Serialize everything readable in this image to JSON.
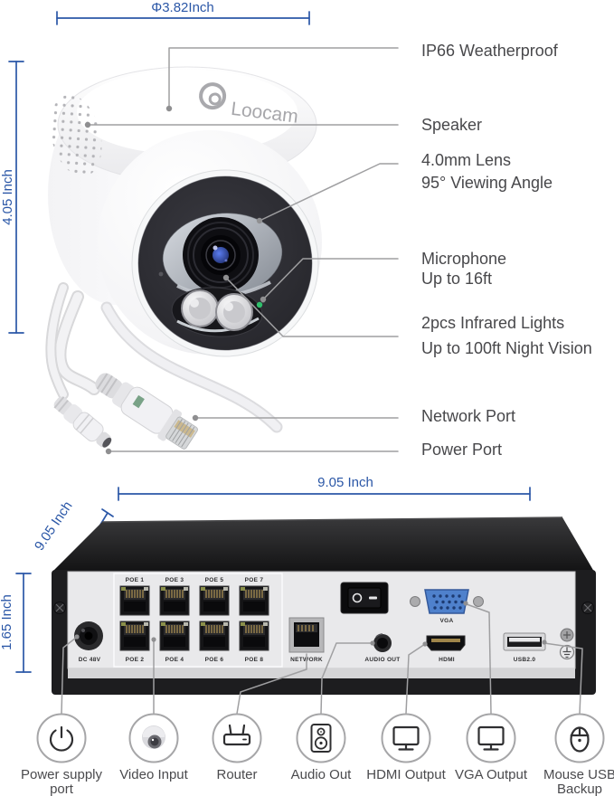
{
  "product": {
    "brand_logo": "Loocam"
  },
  "dimensions": {
    "diameter": "Φ3.82Inch",
    "height": "4.05 Inch",
    "width": "9.05 Inch",
    "depth": "9.05 Inch",
    "nvr_height": "1.65 Inch"
  },
  "annotations": {
    "ip66": {
      "line1": "IP66 Weatherproof"
    },
    "speaker": {
      "line1": "Speaker"
    },
    "lens": {
      "line1": "4.0mm Lens",
      "line2": "95° Viewing Angle"
    },
    "microphone": {
      "line1": "Microphone",
      "line2": "Up to 16ft"
    },
    "infrared": {
      "line1": "2pcs Infrared Lights",
      "line2": "Up to 100ft Night Vision"
    },
    "network": {
      "line1": "Network Port"
    },
    "power": {
      "line1": "Power Port"
    }
  },
  "nvr": {
    "dc_label": "DC 48V",
    "poe_labels_top": [
      "POE 1",
      "POE 3",
      "POE 5",
      "POE 7"
    ],
    "poe_labels_bottom": [
      "POE 2",
      "POE 4",
      "POE 6",
      "POE 8"
    ],
    "network_label": "NETWORK",
    "audio_label": "AUDIO OUT",
    "hdmi_label": "HDMI",
    "vga_label": "VGA",
    "usb_label": "USB2.0"
  },
  "legend": {
    "items": [
      {
        "icon": "power-icon",
        "line1": "Power supply",
        "line2": "port"
      },
      {
        "icon": "dome-camera-icon",
        "line1": "Video Input",
        "line2": ""
      },
      {
        "icon": "router-icon",
        "line1": "Router",
        "line2": ""
      },
      {
        "icon": "speaker-box-icon",
        "line1": "Audio Out",
        "line2": ""
      },
      {
        "icon": "monitor-icon",
        "line1": "HDMI Output",
        "line2": ""
      },
      {
        "icon": "monitor-icon",
        "line1": "VGA Output",
        "line2": ""
      },
      {
        "icon": "mouse-icon",
        "line1": "Mouse USB",
        "line2": "Backup"
      }
    ]
  },
  "colors": {
    "dimension_blue": "#2b57a7",
    "label_gray": "#48484b",
    "leader_gray": "#9f9fa1",
    "vga_blue": "#4f81cc",
    "led_green": "#2fbf6b",
    "nvr_black": "#1d1d1f",
    "panel_gray": "#e9e9eb"
  }
}
